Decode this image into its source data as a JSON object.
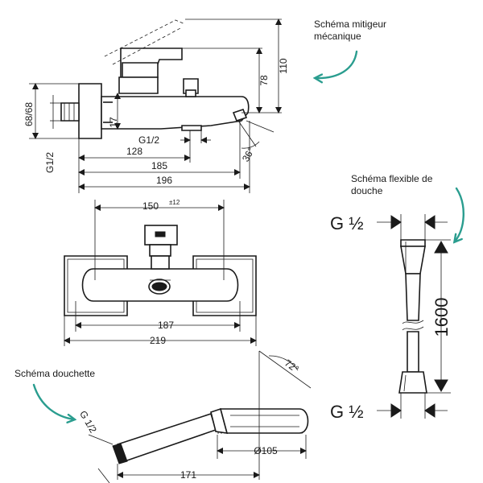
{
  "colors": {
    "line": "#1a1a1a",
    "accent": "#2a9d8f",
    "background": "#ffffff"
  },
  "captions": {
    "mixer": "Schéma mitigeur mécanique",
    "hose": "Schéma flexible de douche",
    "handshower": "Schéma douchette"
  },
  "dimensions": {
    "d110": "110",
    "d78": "78",
    "d68": "68/68",
    "d17": "17",
    "g12_side": "G1/2",
    "g12_front": "G1/2",
    "d36deg": "36°",
    "d128": "128",
    "d185": "185",
    "d196": "196",
    "d150": "150",
    "d150_tol": "±12",
    "d187": "187",
    "d219": "219",
    "d1600": "1600",
    "g_top": "G ½",
    "g_bottom": "G ½",
    "d72deg": "72°",
    "g12_shower": "G 1/2",
    "d105": "Ø105",
    "d171": "171"
  }
}
